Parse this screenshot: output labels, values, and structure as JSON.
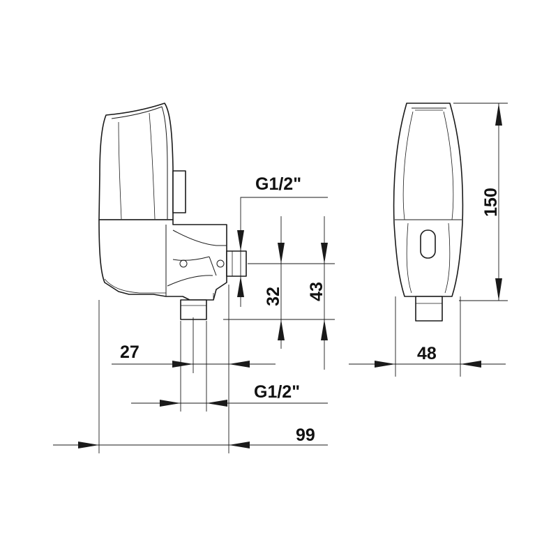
{
  "dimensions": {
    "side_view": {
      "thread_top": "G1/2\"",
      "height_inlet_to_outlet": "32",
      "height_total_lower": "43",
      "offset_outlet": "27",
      "thread_bottom": "G1/2\"",
      "depth_total": "99"
    },
    "front_view": {
      "height_total": "150",
      "width_total": "48"
    }
  }
}
